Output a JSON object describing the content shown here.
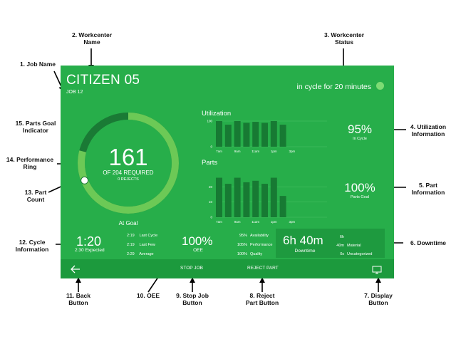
{
  "annotations": {
    "job_name": [
      "1. Job Name"
    ],
    "workcenter_name": [
      "2. Workcenter",
      "Name"
    ],
    "workcenter_status": [
      "3. Workcenter",
      "Status"
    ],
    "utilization_info": [
      "4. Utilization",
      "Information"
    ],
    "part_info": [
      "5. Part",
      "Information"
    ],
    "downtime": [
      "6. Downtime"
    ],
    "display_button": [
      "7. Display",
      "Button"
    ],
    "reject_part_button": [
      "8. Reject",
      "Part Button"
    ],
    "stop_job_button": [
      "9. Stop Job",
      "Button"
    ],
    "oee": [
      "10. OEE"
    ],
    "back_button": [
      "11. Back",
      "Button"
    ],
    "cycle_info": [
      "12. Cycle",
      "Information"
    ],
    "part_count": [
      "13. Part",
      "Count"
    ],
    "performance_ring": [
      "14. Performance",
      "Ring"
    ],
    "parts_goal_indicator": [
      "15. Parts Goal",
      "Indicator"
    ]
  },
  "dashboard": {
    "workcenter_name": "CITIZEN 05",
    "job_name": "JOB 12",
    "status": "in cycle for 20 minutes",
    "status_color": "#7ddc74",
    "background_color": "#27ae4a",
    "ring": {
      "part_count": "161",
      "required": "OF 204 REQUIRED",
      "rejects": "0 REJECTS",
      "label": "At Goal",
      "progress_fraction": 0.79,
      "goal_fraction": 0.69
    },
    "utilization": {
      "title": "Utilization",
      "value": "95%",
      "sublabel": "In Cycle"
    },
    "parts": {
      "title": "Parts",
      "value": "100%",
      "sublabel": "Parts Goal"
    },
    "cycle": {
      "value": "1:20",
      "expected": "2:30 Expected",
      "rows": [
        {
          "value": "2:19",
          "label": "Last Cycle"
        },
        {
          "value": "2:19",
          "label": "Last Few"
        },
        {
          "value": "2:29",
          "label": "Average"
        }
      ]
    },
    "oee": {
      "value": "100%",
      "label": "OEE",
      "rows": [
        {
          "value": "95%",
          "label": "Availability"
        },
        {
          "value": "105%",
          "label": "Performance"
        },
        {
          "value": "100%",
          "label": "Quality"
        }
      ]
    },
    "downtime": {
      "value": "6h 40m",
      "label": "Downtime",
      "rows": [
        {
          "value": "6h 40m",
          "label": "Material"
        },
        {
          "value": "0s",
          "label": "Uncategorized"
        }
      ]
    },
    "footer": {
      "back_icon": "arrow-left-icon",
      "stop_job": "STOP JOB",
      "reject_part": "REJECT PART",
      "display_icon": "monitor-icon"
    }
  },
  "chart_data": [
    {
      "type": "bar",
      "title": "Utilization",
      "categories": [
        "7am",
        "",
        "9am",
        "",
        "11am",
        "",
        "1pm",
        ""
      ],
      "x_ticks": [
        "7am",
        "9am",
        "11am",
        "1pm",
        "3pm"
      ],
      "y_ticks": [
        "0",
        "100"
      ],
      "ylim": [
        0,
        100
      ],
      "values": [
        100,
        86,
        100,
        93,
        97,
        93,
        100,
        86
      ]
    },
    {
      "type": "bar",
      "title": "Parts",
      "categories": [
        "7am",
        "",
        "9am",
        "",
        "11am",
        "",
        "1pm",
        ""
      ],
      "x_ticks": [
        "7am",
        "9am",
        "11am",
        "1pm",
        "3pm"
      ],
      "y_ticks": [
        "0",
        "10",
        "20"
      ],
      "ylim": [
        0,
        30
      ],
      "values": [
        26,
        22,
        26,
        23,
        24,
        22,
        26,
        14
      ]
    }
  ]
}
